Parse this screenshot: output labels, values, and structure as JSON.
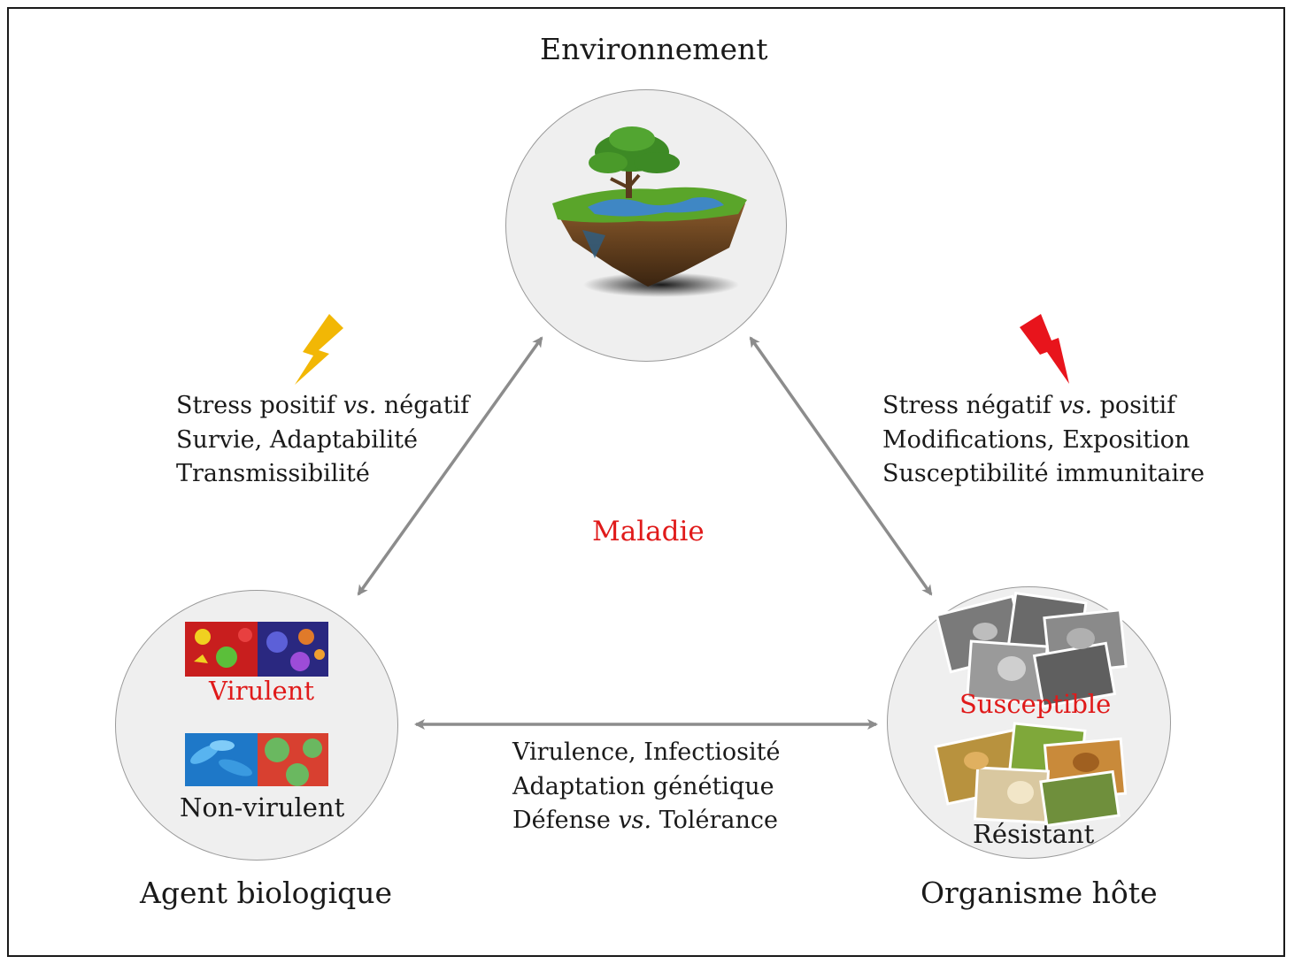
{
  "environment": {
    "title": "Environnement"
  },
  "center": {
    "label": "Maladie"
  },
  "agent": {
    "title": "Agent biologique",
    "virulent_label": "Virulent",
    "nonvirulent_label": "Non-virulent"
  },
  "host": {
    "title": "Organisme hôte",
    "susceptible_label": "Susceptible",
    "resistant_label": "Résistant"
  },
  "left_factors": {
    "l1_a": "Stress positif ",
    "l1_vs": "vs.",
    "l1_b": " négatif",
    "l2": "Survie, Adaptabilité",
    "l3": "Transmissibilité"
  },
  "right_factors": {
    "l1_a": "Stress négatif ",
    "l1_vs": "vs.",
    "l1_b": " positif",
    "l2": "Modifications, Exposition",
    "l3": "Susceptibilité immunitaire"
  },
  "bottom_factors": {
    "l1": "Virulence, Infectiosité",
    "l2": "Adaptation génétique",
    "l3_a": "Défense ",
    "l3_vs": "vs.",
    "l3_b": " Tolérance"
  },
  "colors": {
    "accent_red": "#e01a1a",
    "bolt_yellow": "#f2b705",
    "bolt_red": "#e8141c",
    "arrow_gray": "#8c8c8c",
    "circle_fill": "#efefef"
  }
}
